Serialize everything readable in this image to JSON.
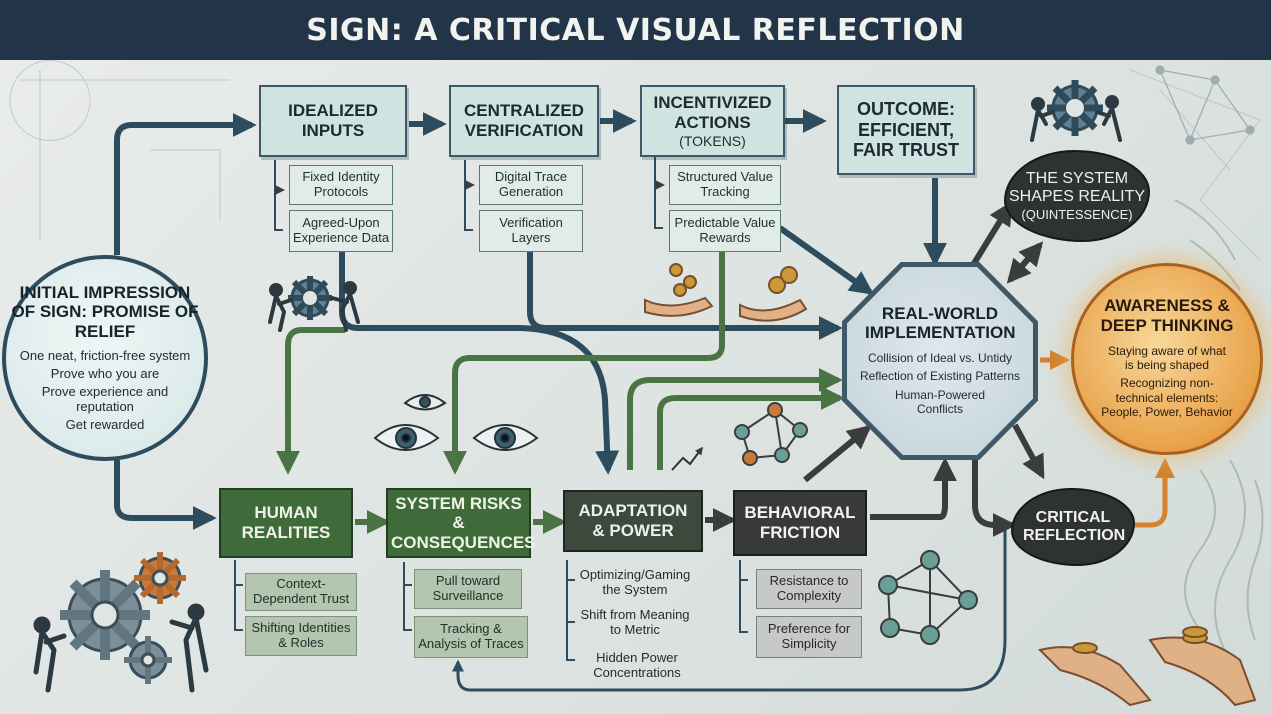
{
  "title": "SIGN: A CRITICAL VISUAL REFLECTION",
  "top_row": [
    {
      "title": "IDEALIZED INPUTS",
      "subtitle": "",
      "items": [
        "Fixed Identity Protocols",
        "Agreed-Upon Experience Data"
      ]
    },
    {
      "title": "CENTRALIZED VERIFICATION",
      "subtitle": "",
      "items": [
        "Digital Trace Generation",
        "Verification Layers"
      ]
    },
    {
      "title": "INCENTIVIZED ACTIONS",
      "subtitle": "(TOKENS)",
      "items": [
        "Structured Value Tracking",
        "Predictable Value Rewards"
      ]
    },
    {
      "title": "OUTCOME: EFFICIENT, FAIR TRUST",
      "subtitle": "",
      "items": []
    }
  ],
  "initial": {
    "title": "INITIAL IMPRESSION OF SIGN: PROMISE OF RELIEF",
    "lines": [
      "One neat, friction-free system",
      "Prove who you are",
      "Prove experience and reputation",
      "Get rewarded"
    ]
  },
  "quintessence": {
    "title": "THE SYSTEM SHAPES REALITY",
    "subtitle": "(QUINTESSENCE)"
  },
  "implementation": {
    "title": "REAL-WORLD IMPLEMENTATION",
    "lines": [
      "Collision of Ideal vs. Untidy",
      "Reflection of Existing Patterns",
      "Human-Powered Conflicts"
    ]
  },
  "awareness": {
    "title": "AWARENESS & DEEP THINKING",
    "lines": [
      "Staying aware of what is being shaped",
      "Recognizing non-technical elements: People, Power, Behavior"
    ]
  },
  "bottom_row": [
    {
      "title": "HUMAN REALITIES",
      "items": [
        "Context-Dependent Trust",
        "Shifting Identities & Roles"
      ]
    },
    {
      "title": "SYSTEM RISKS & CONSEQUENCES",
      "items": [
        "Pull toward Surveillance",
        "Tracking & Analysis of Traces"
      ]
    },
    {
      "title": "ADAPTATION & POWER",
      "items": [
        "Optimizing/Gaming the System",
        "Shift from Meaning to Metric",
        "Hidden Power Concentrations"
      ]
    },
    {
      "title": "BEHAVIORAL FRICTION",
      "items": [
        "Resistance to Complexity",
        "Preference for Simplicity"
      ]
    }
  ],
  "critical": {
    "title": "CRITICAL REFLECTION"
  },
  "colors": {
    "title_bar": "#223447",
    "navy_arrow": "#2d4c5d",
    "green_arrow": "#4b7445",
    "dark_arrow": "#3a3c3d",
    "orange_arrow": "#d4822f"
  },
  "icons": [
    "gear-icon",
    "people-pushing-gear-icon",
    "eye-icon",
    "hand-with-coins-icon",
    "network-icon",
    "trend-arrow-icon"
  ]
}
